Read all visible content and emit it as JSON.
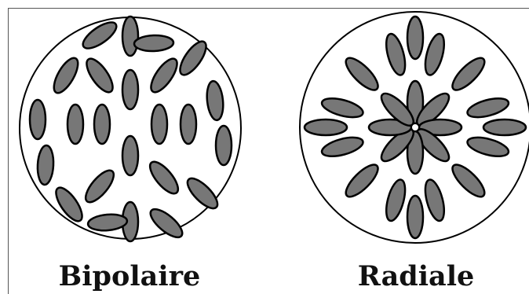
{
  "diagram": {
    "left": {
      "label": "Bipolaire",
      "arrangement": "bipolar"
    },
    "right": {
      "label": "Radiale",
      "arrangement": "radial"
    }
  },
  "colors": {
    "fill": "#777777",
    "stroke": "#000000",
    "background": "#ffffff"
  }
}
